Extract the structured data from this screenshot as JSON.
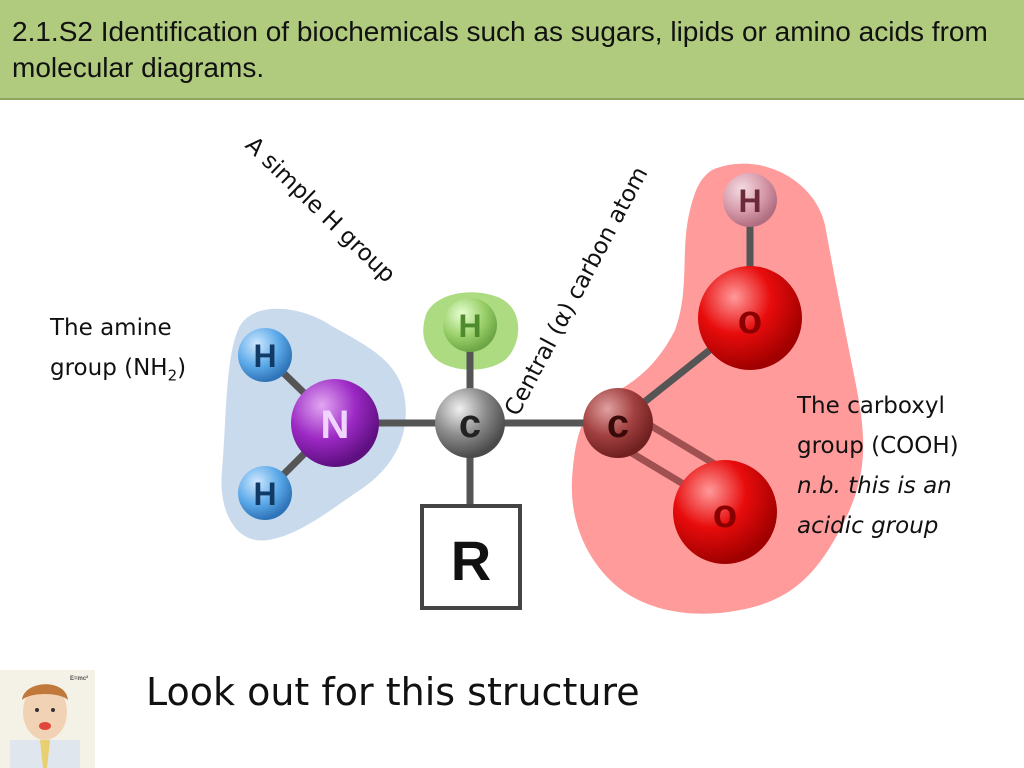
{
  "slide": {
    "title": "2.1.S2 Identification of biochemicals such as sugars, lipids or amino acids from molecular diagrams.",
    "footer": "Look out for this structure"
  },
  "labels": {
    "amine_line1": "The amine",
    "amine_line2": "group (NH",
    "amine_sub": "2",
    "amine_close": ")",
    "h_group": "A simple H group",
    "central_carbon": "Central (α) carbon atom",
    "carboxyl_line1": "The carboxyl",
    "carboxyl_line2": "group (COOH)",
    "carboxyl_note1": "n.b. this is an",
    "carboxyl_note2": "acidic group"
  },
  "atoms": {
    "h_top": "H",
    "h_amine_top": "H",
    "h_amine_bottom": "H",
    "nitrogen": "N",
    "alpha_carbon": "c",
    "carboxyl_carbon": "c",
    "oxygen_top": "o",
    "oxygen_bottom": "o",
    "h_hydroxyl": "H",
    "r_group": "R"
  },
  "colors": {
    "header_bg": "#b0cb7d",
    "amine_region": "#c7d8ec",
    "h_region": "#a8d97a",
    "carboxyl_region": "#ff9696",
    "nitrogen": "#8e1bb0",
    "hydrogen": "#4a9be0",
    "oxygen": "#e00000",
    "carbon": "#808080"
  }
}
